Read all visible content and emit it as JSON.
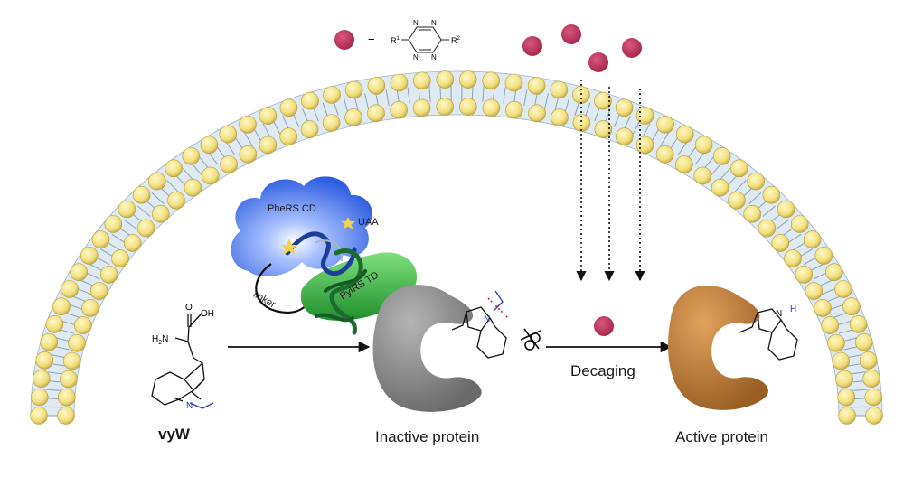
{
  "legend": {
    "equals": "=",
    "r1": "R",
    "r1_sup": "1",
    "r2": "R",
    "r2_sup": "2",
    "n": "N"
  },
  "enzyme": {
    "domain_cd": "PheRS CD",
    "uaa": "UAA",
    "linker": "linker",
    "domain_td": "PylRS TD"
  },
  "vyw": {
    "name": "vyW",
    "oh": "OH",
    "o": "O",
    "h2n": "H",
    "h2n_sub": "2",
    "h2n_n": "N",
    "n": "N"
  },
  "inactive": {
    "label": "Inactive protein",
    "n": "N"
  },
  "decaging": {
    "label": "Decaging"
  },
  "active": {
    "label": "Active protein",
    "n": "N",
    "h": "H"
  },
  "colors": {
    "tetrazine": "#c2375e",
    "inactive_protein": "#8a8a8a",
    "active_protein": "#b87c3d",
    "pherS_cd": "#3d6fe0",
    "pylrs_td": "#2ea23a",
    "lipid_head": "#f2df7c",
    "membrane_tail": "#dce9f2"
  }
}
